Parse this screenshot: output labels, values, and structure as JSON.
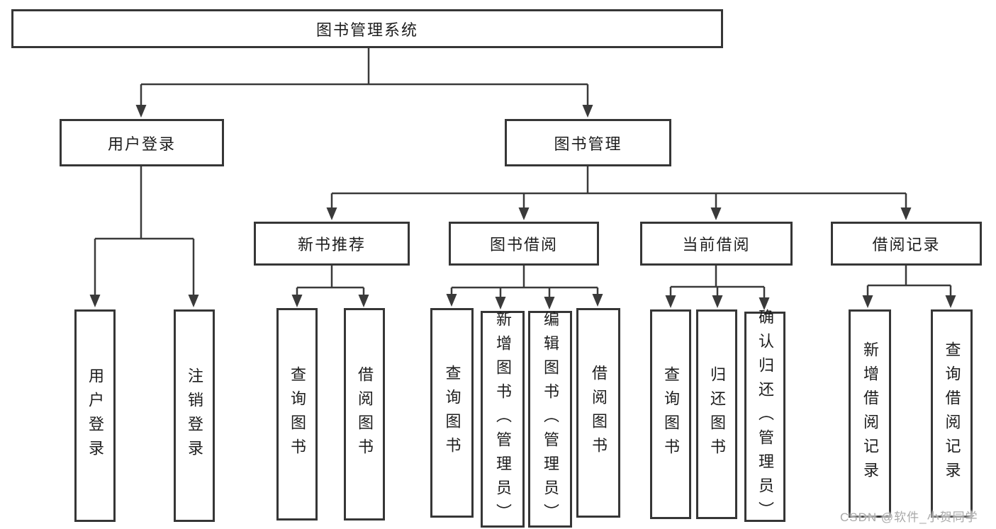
{
  "diagram": {
    "root_label": "图书管理系统",
    "login": {
      "label": "用户登录",
      "children": [
        {
          "label": "用户登录"
        },
        {
          "label": "注销登录"
        }
      ]
    },
    "management": {
      "label": "图书管理",
      "sections": [
        {
          "label": "新书推荐",
          "children": [
            {
              "label": "查询图书"
            },
            {
              "label": "借阅图书"
            }
          ]
        },
        {
          "label": "图书借阅",
          "children": [
            {
              "label": "查询图书"
            },
            {
              "label": "新增图书（管理员）"
            },
            {
              "label": "编辑图书（管理员）"
            },
            {
              "label": "借阅图书"
            }
          ]
        },
        {
          "label": "当前借阅",
          "children": [
            {
              "label": "查询图书"
            },
            {
              "label": "归还图书"
            },
            {
              "label": "确认归还（管理员）"
            }
          ]
        },
        {
          "label": "借阅记录",
          "children": [
            {
              "label": "新增借阅记录"
            },
            {
              "label": "查询借阅记录"
            }
          ]
        }
      ]
    }
  },
  "watermark": {
    "text": "CSDN @软件_小贺同学",
    "color": "#a9a9a9"
  },
  "colors": {
    "line": "#3a3a3a",
    "box_border": "#363636",
    "box_background": "#ffffff",
    "text": "#1d1d1d",
    "page_background": "#ffffff"
  }
}
